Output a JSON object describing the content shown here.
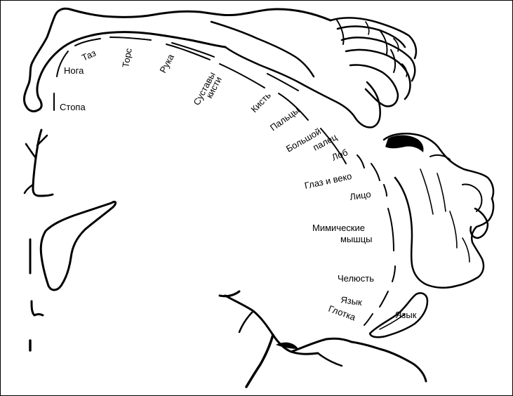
{
  "labels": {
    "taz": "Таз",
    "noga": "Нога",
    "stopa": "Стопа",
    "tors": "Торс",
    "ruka": "Рука",
    "sustavy_1": "Суставы",
    "sustavy_2": "кисти",
    "kist": "Кисть",
    "paltsy": "Пальцы",
    "bolshoi_1": "Большой",
    "bolshoi_2": "палец",
    "lob": "Лоб",
    "glaz": "Глаз и веко",
    "litso": "Лицо",
    "mimich_1": "Мимические",
    "mimich_2": "мышцы",
    "chelyust": "Челюсть",
    "yazyk": "Язык",
    "glotka": "Глотка",
    "yazyk_organ": "Язык"
  }
}
